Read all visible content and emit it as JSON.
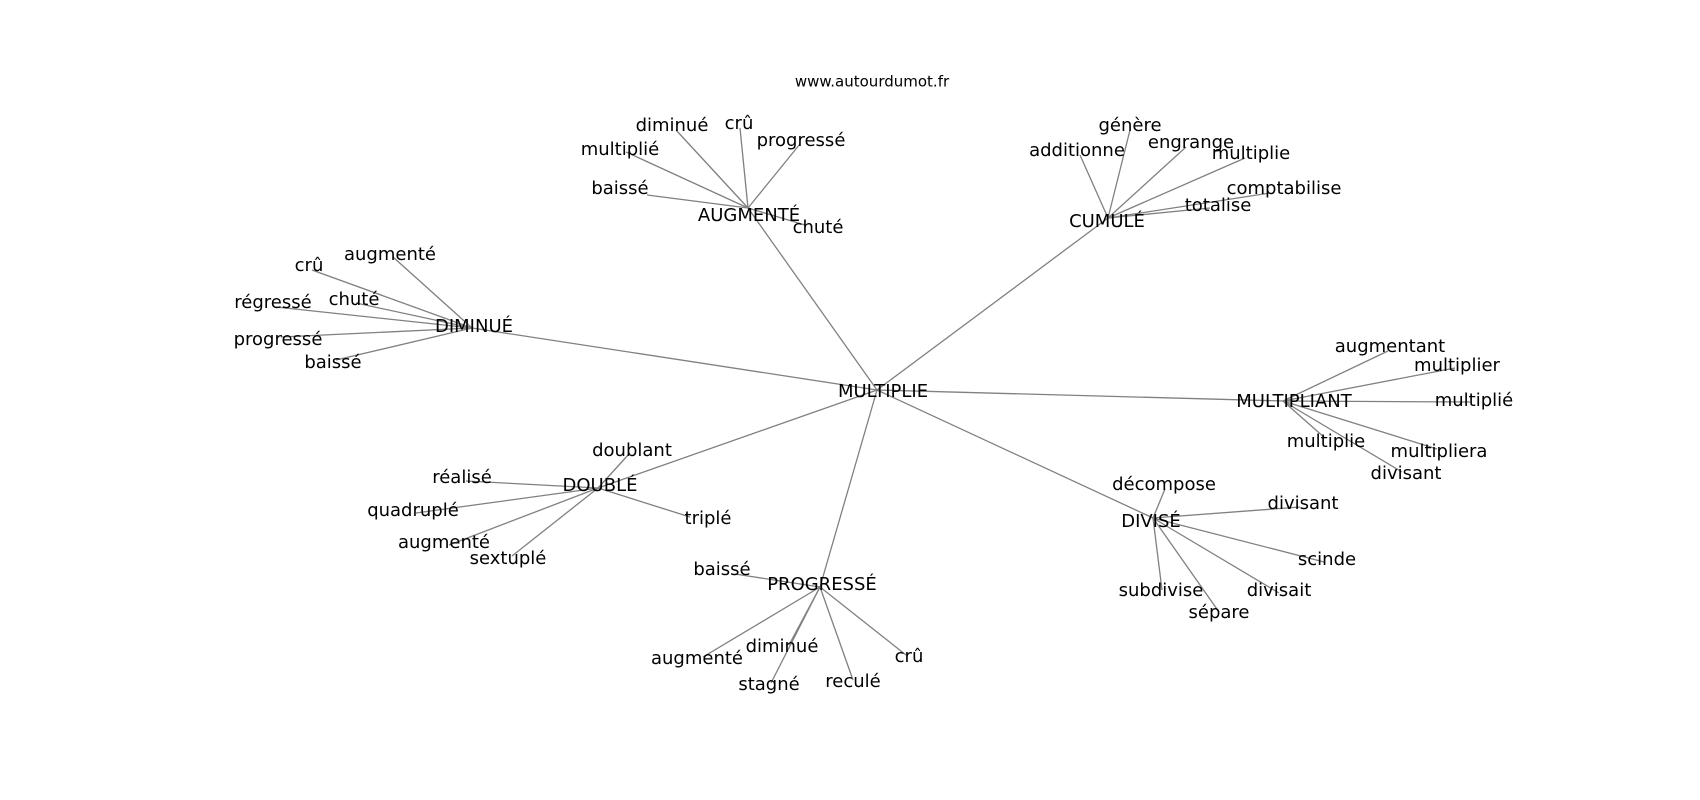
{
  "credit": "www.autourdumot.fr",
  "center": "MULTIPLIE",
  "hubs": [
    {
      "label": "AUGMENTÉ",
      "leaves": [
        "diminué",
        "crû",
        "progressé",
        "multiplié",
        "baissé",
        "chuté"
      ]
    },
    {
      "label": "CUMULÉ",
      "leaves": [
        "génère",
        "engrange",
        "additionne",
        "multiplie",
        "comptabilise",
        "totalise"
      ]
    },
    {
      "label": "DIMINUÉ",
      "leaves": [
        "augmenté",
        "crû",
        "chuté",
        "régressé",
        "progressé",
        "baissé"
      ]
    },
    {
      "label": "MULTIPLIANT",
      "leaves": [
        "augmentant",
        "multiplier",
        "multiplié",
        "multiplie",
        "multipliera",
        "divisant"
      ]
    },
    {
      "label": "DOUBLÉ",
      "leaves": [
        "doublant",
        "réalisé",
        "quadruplé",
        "augmenté",
        "sextuplé",
        "triplé"
      ]
    },
    {
      "label": "DIVISÉ",
      "leaves": [
        "décompose",
        "divisant",
        "scinde",
        "divisait",
        "subdivise",
        "sépare"
      ]
    },
    {
      "label": "PROGRESSÉ",
      "leaves": [
        "baissé",
        "augmenté",
        "diminué",
        "stagné",
        "reculé",
        "crû"
      ]
    }
  ]
}
